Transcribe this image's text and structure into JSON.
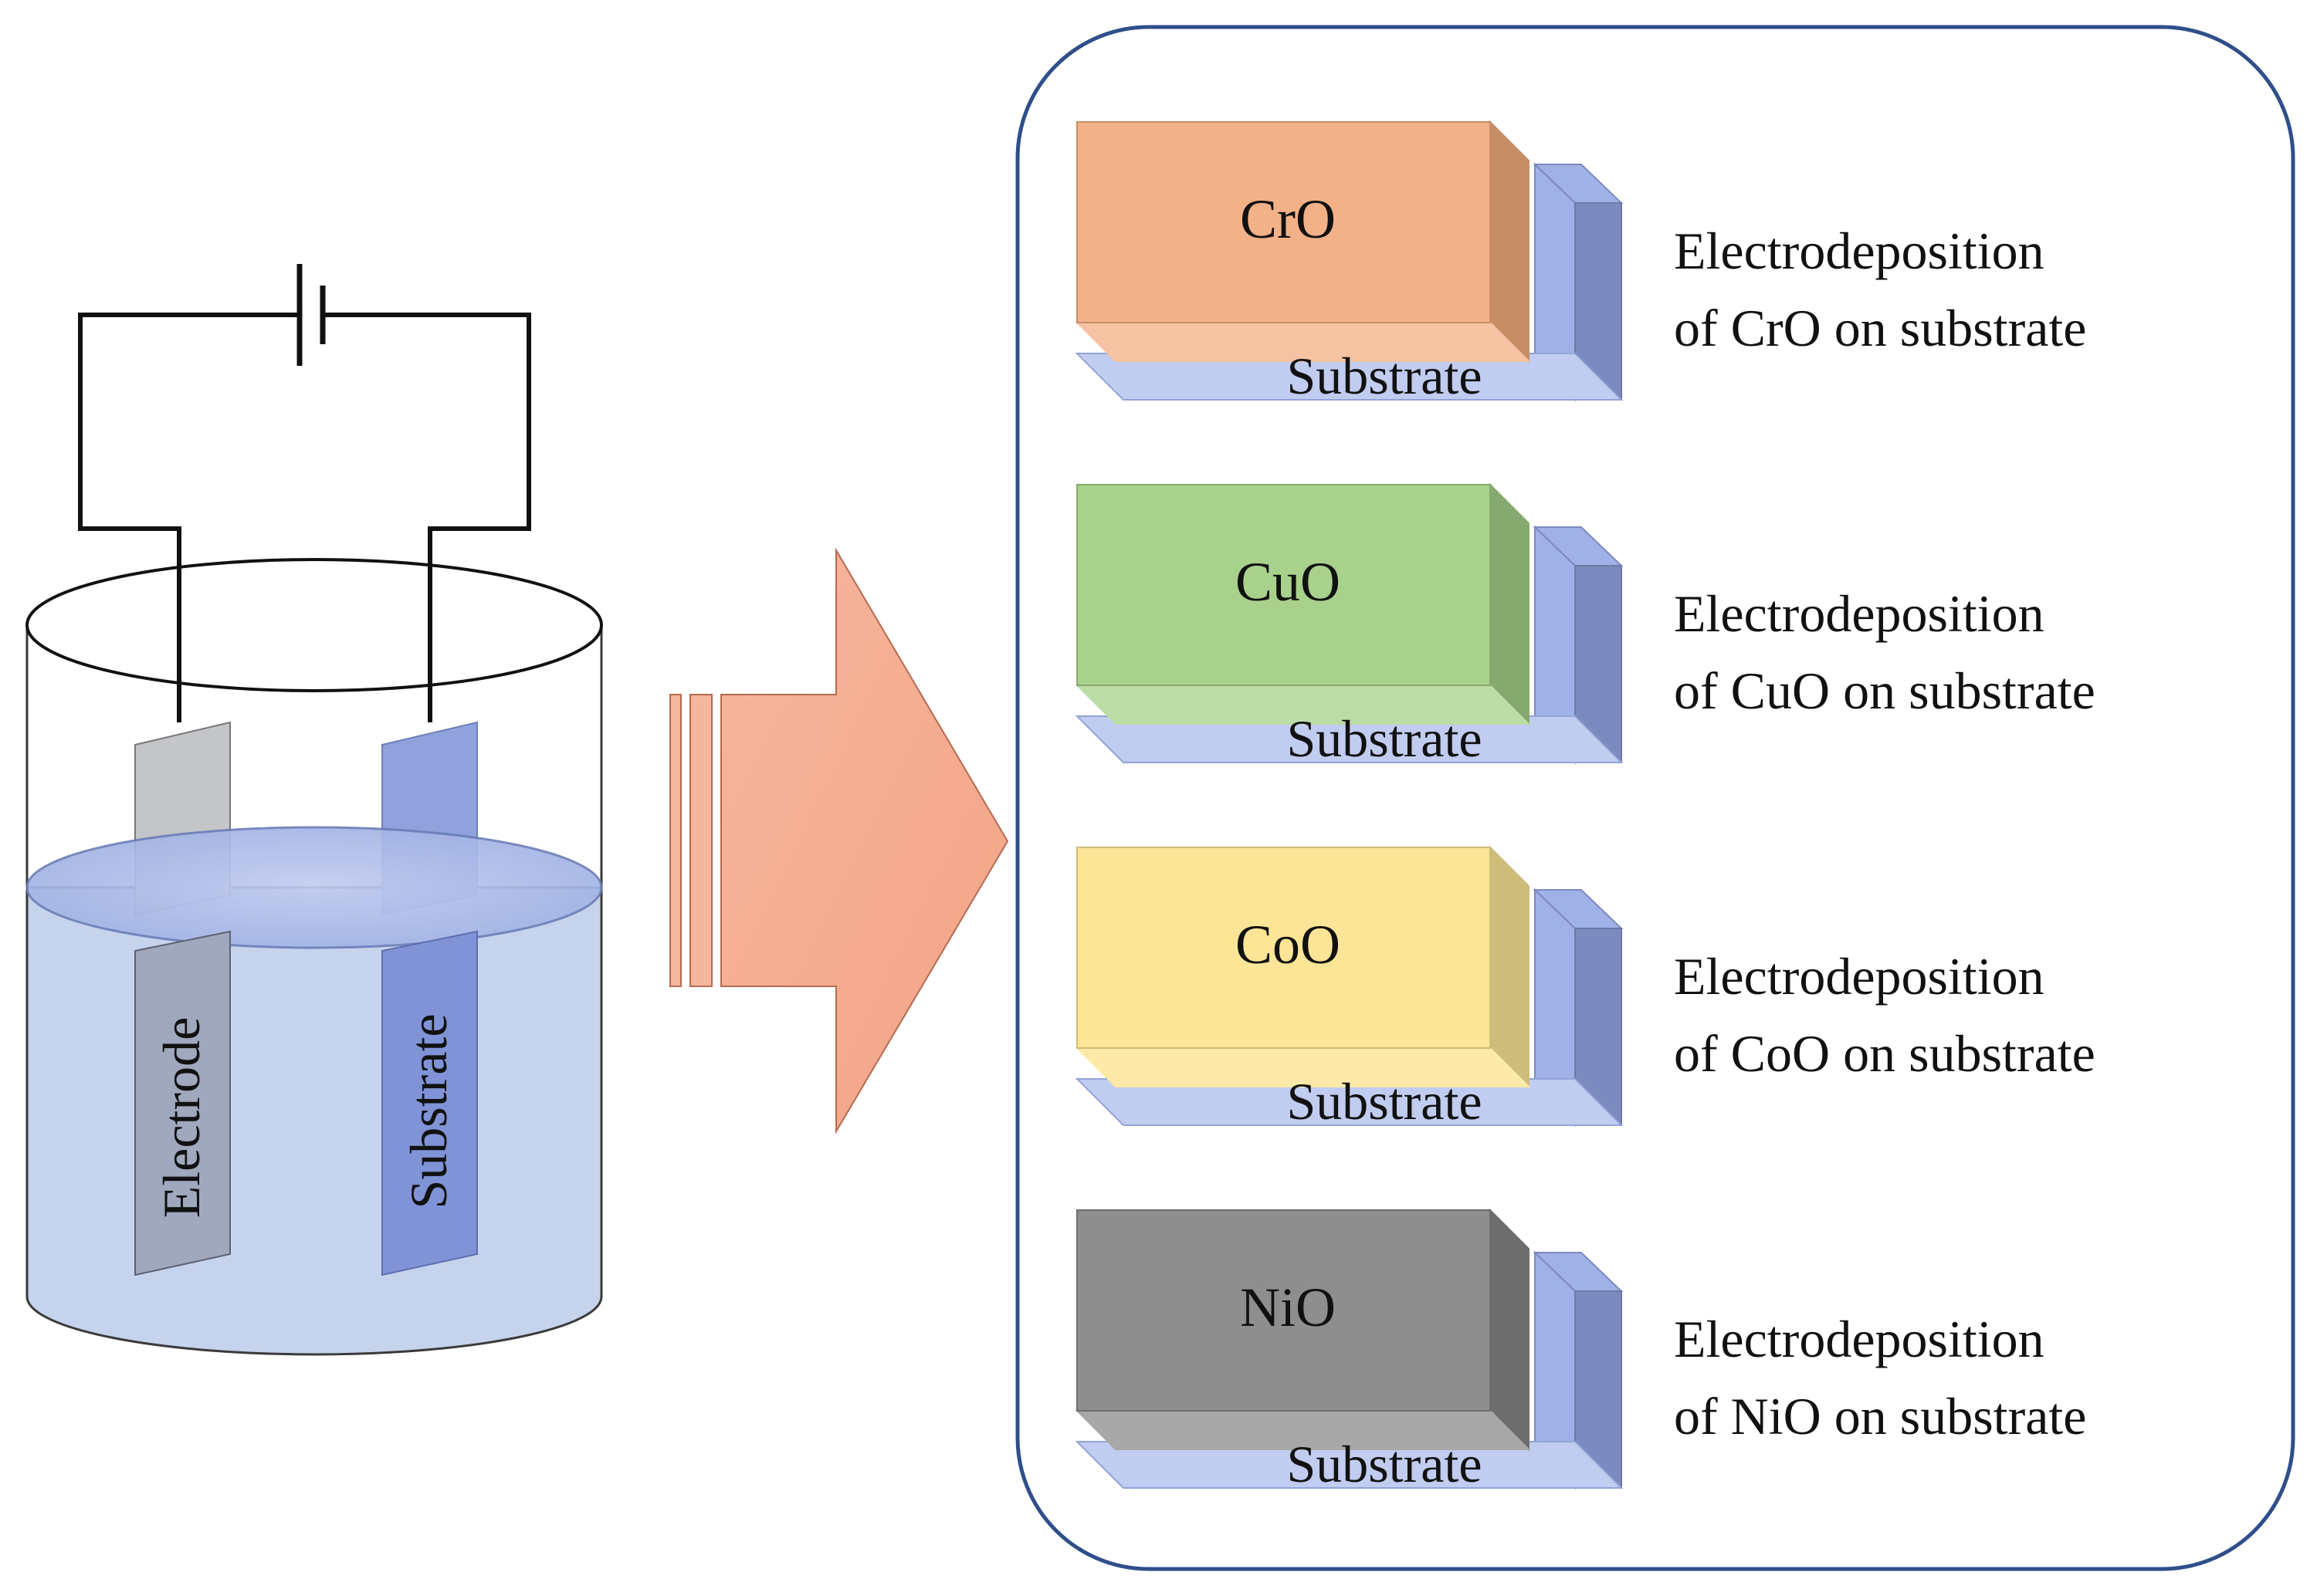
{
  "cell": {
    "electrode_label": "Electrode",
    "substrate_label": "Substrate",
    "colors": {
      "solution": "#c6d3ec",
      "solution_surface": "#b4c2ea",
      "electrode_plate": "#c3c5c8",
      "substrate_plate": "#8fa2dd",
      "wire": "#111111"
    }
  },
  "arrow": {
    "color": "#f4b498"
  },
  "panel": {
    "border_color": "#2f4f8a",
    "rows": [
      {
        "oxide": "CrO",
        "substrate": "Substrate",
        "line1": "Electrodeposition",
        "line2": "of CrO on substrate",
        "front": "#f3b188",
        "side": "#c68e66",
        "bottom": "#f6c3a2"
      },
      {
        "oxide": "CuO",
        "substrate": "Substrate",
        "line1": "Electrodeposition",
        "line2": "of CuO on substrate",
        "front": "#a8d18c",
        "side": "#86a96f",
        "bottom": "#bcdca6"
      },
      {
        "oxide": "CoO",
        "substrate": "Substrate",
        "line1": "Electrodeposition",
        "line2": "of CoO on substrate",
        "front": "#fde597",
        "side": "#cebc7a",
        "bottom": "#fdeaa8"
      },
      {
        "oxide": "NiO",
        "substrate": "Substrate",
        "line1": "Electrodeposition",
        "line2": "of NiO on substrate",
        "front": "#8e8e8e",
        "side": "#6e6e6e",
        "bottom": "#a8a8a8"
      }
    ],
    "substrate_colors": {
      "front": "#9fb1e6",
      "side": "#7c8bbf",
      "bottom": "#c0cdf0"
    }
  }
}
